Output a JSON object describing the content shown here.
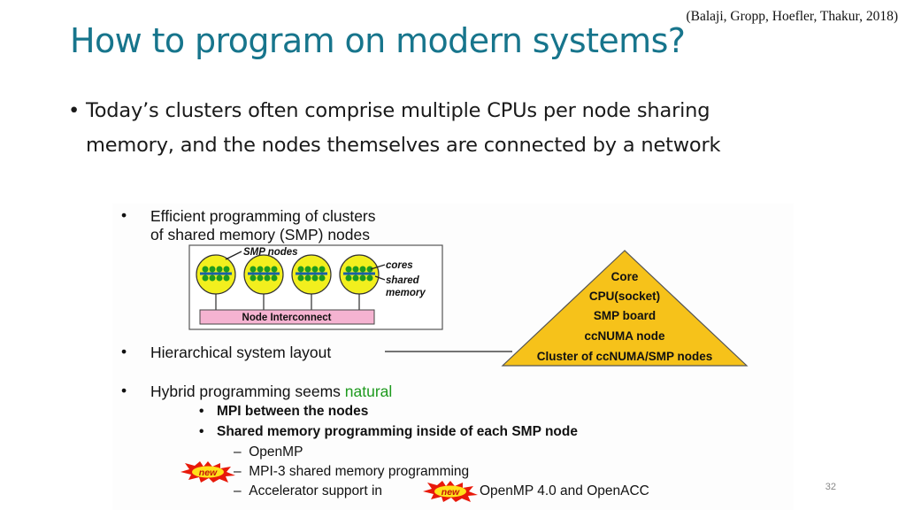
{
  "citation": "(Balaji, Gropp, Hoefler, Thakur, 2018)",
  "title": "How to program on modern systems?",
  "bullet": {
    "dot": "•",
    "line1": "Today’s clusters often comprise multiple CPUs per node sharing",
    "line2": "memory, and the nodes themselves are connected by a network"
  },
  "figure": {
    "bullets": {
      "b1_line1": "Efficient programming of clusters",
      "b1_line2": "of shared memory (SMP) nodes",
      "b2": "Hierarchical system layout",
      "b3_prefix": "Hybrid programming seems ",
      "b3_natural": "natural",
      "sub1": "MPI between the nodes",
      "sub2": "Shared memory programming inside of each SMP node",
      "item1": "OpenMP",
      "item2": "MPI-3 shared memory programming",
      "item3_prefix": "Accelerator support in",
      "item3_suffix": "OpenMP 4.0 and OpenACC"
    },
    "diagram": {
      "smp_nodes": "SMP nodes",
      "cores": "cores",
      "shared": "shared",
      "memory": "memory",
      "interconnect": "Node Interconnect"
    },
    "pyramid": {
      "levels": [
        "Core",
        "CPU(socket)",
        "SMP board",
        "ccNUMA node",
        "Cluster of ccNUMA/SMP nodes"
      ]
    },
    "badge": "new",
    "colors": {
      "natural": "#1e9a1e",
      "pyramid_fill": "#f6c21a",
      "interconnect": "#f5b3d1",
      "node_fill": "#f2ef1e",
      "badge": "#e8190a"
    }
  },
  "page_number": "32"
}
